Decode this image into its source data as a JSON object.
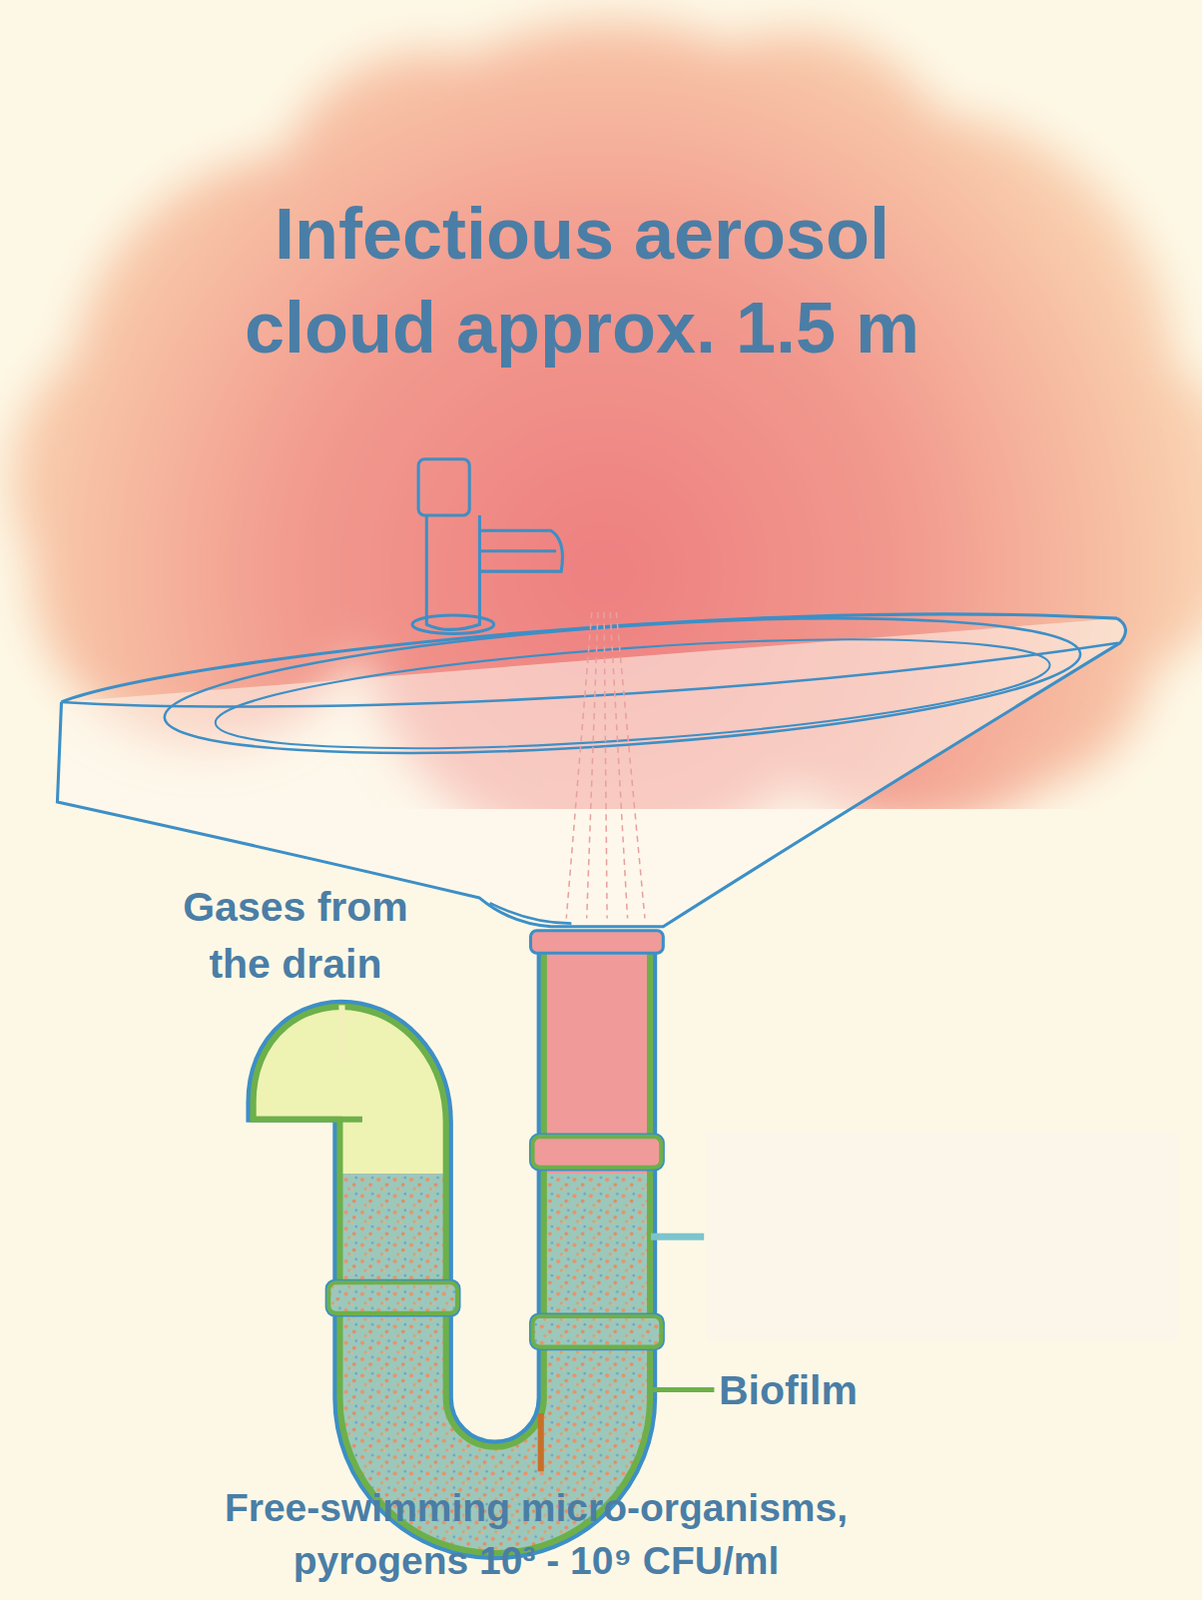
{
  "diagram": {
    "nodes": [
      {
        "text": [
          "Infectious aerosol cloud approx. 1.5 m"
        ]
      }
    ],
    "labels": [
      "Gases from the drain",
      "Biofilm",
      "Free-swimming micro-organisms, pyrogens 10³ - 10⁹ CFU/ml"
    ]
  }
}
